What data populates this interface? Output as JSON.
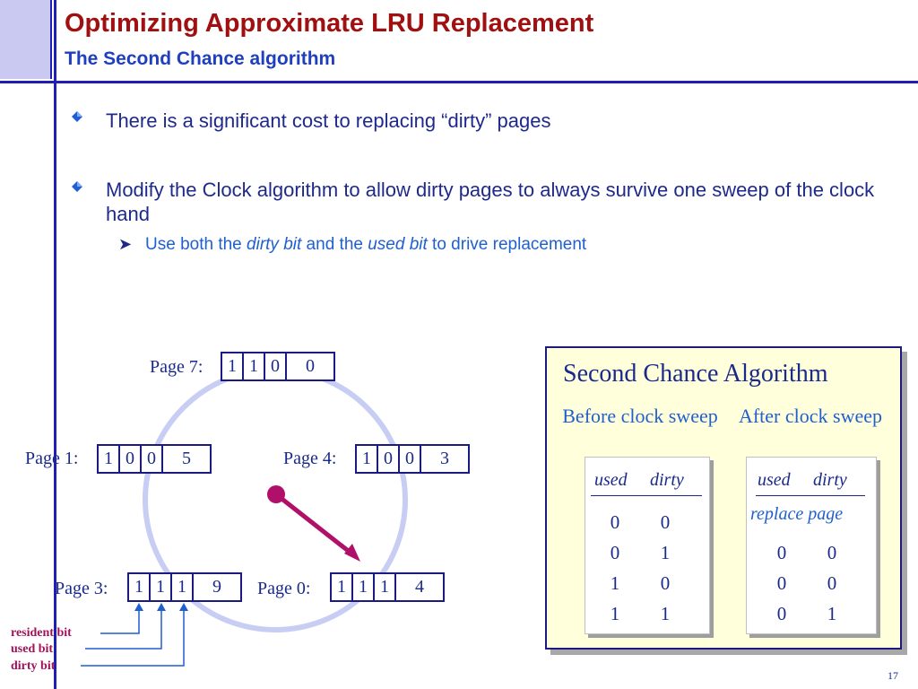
{
  "slide": {
    "title": "Optimizing Approximate LRU Replacement",
    "subtitle": "The Second Chance algorithm",
    "page_number": "17"
  },
  "bullets": [
    {
      "text": "There is a significant cost to replacing “dirty” pages"
    },
    {
      "text": "Modify the Clock algorithm to allow dirty pages to always survive one sweep of the clock hand"
    }
  ],
  "sub_bullet": {
    "prefix": "Use both the ",
    "term1": "dirty bit",
    "middle": " and the ",
    "term2": "used bit",
    "suffix": " to drive replacement"
  },
  "clock": {
    "pages": [
      {
        "label": "Page 7:",
        "bits": [
          "1",
          "1",
          "0"
        ],
        "frame": "0"
      },
      {
        "label": "Page 1:",
        "bits": [
          "1",
          "0",
          "0"
        ],
        "frame": "5"
      },
      {
        "label": "Page 4:",
        "bits": [
          "1",
          "0",
          "0"
        ],
        "frame": "3"
      },
      {
        "label": "Page 3:",
        "bits": [
          "1",
          "1",
          "1"
        ],
        "frame": "9"
      },
      {
        "label": "Page 0:",
        "bits": [
          "1",
          "1",
          "1"
        ],
        "frame": "4"
      }
    ],
    "bit_labels": [
      "resident bit",
      "used bit",
      "dirty bit"
    ]
  },
  "second_chance": {
    "title": "Second Chance Algorithm",
    "before_heading": "Before clock sweep",
    "after_heading": "After clock sweep",
    "col_used": "used",
    "col_dirty": "dirty",
    "replace_label": "replace page",
    "before_rows": [
      [
        "0",
        "0"
      ],
      [
        "0",
        "1"
      ],
      [
        "1",
        "0"
      ],
      [
        "1",
        "1"
      ]
    ],
    "after_rows": [
      [
        "0",
        "0"
      ],
      [
        "0",
        "0"
      ],
      [
        "0",
        "1"
      ]
    ]
  },
  "colors": {
    "rule_blue": "#1f1fb5",
    "title_red": "#a01010",
    "clock_circle": "#c8cdf3",
    "hand_magenta": "#b0106a",
    "panel_bg": "#ffffdc"
  }
}
